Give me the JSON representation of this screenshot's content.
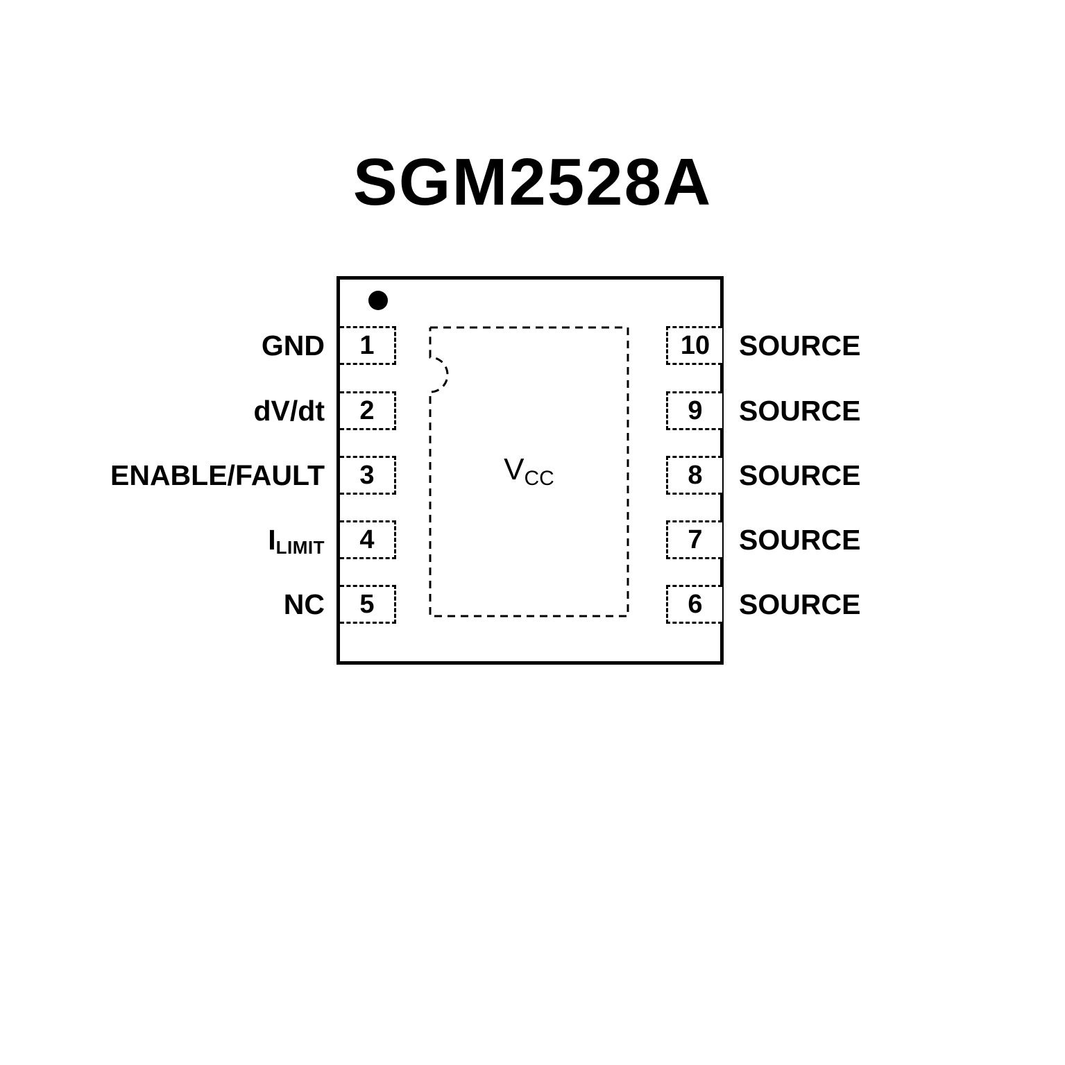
{
  "title": "SGM2528A",
  "chip": {
    "center_label": {
      "main": "V",
      "sub": "CC"
    },
    "left_pins": [
      {
        "number": "1",
        "label": "GND",
        "label_sub": ""
      },
      {
        "number": "2",
        "label": "dV/dt",
        "label_sub": ""
      },
      {
        "number": "3",
        "label": "ENABLE/FAULT",
        "label_sub": ""
      },
      {
        "number": "4",
        "label": "I",
        "label_sub": "LIMIT"
      },
      {
        "number": "5",
        "label": "NC",
        "label_sub": ""
      }
    ],
    "right_pins": [
      {
        "number": "10",
        "label": "SOURCE"
      },
      {
        "number": "9",
        "label": "SOURCE"
      },
      {
        "number": "8",
        "label": "SOURCE"
      },
      {
        "number": "7",
        "label": "SOURCE"
      },
      {
        "number": "6",
        "label": "SOURCE"
      }
    ]
  }
}
